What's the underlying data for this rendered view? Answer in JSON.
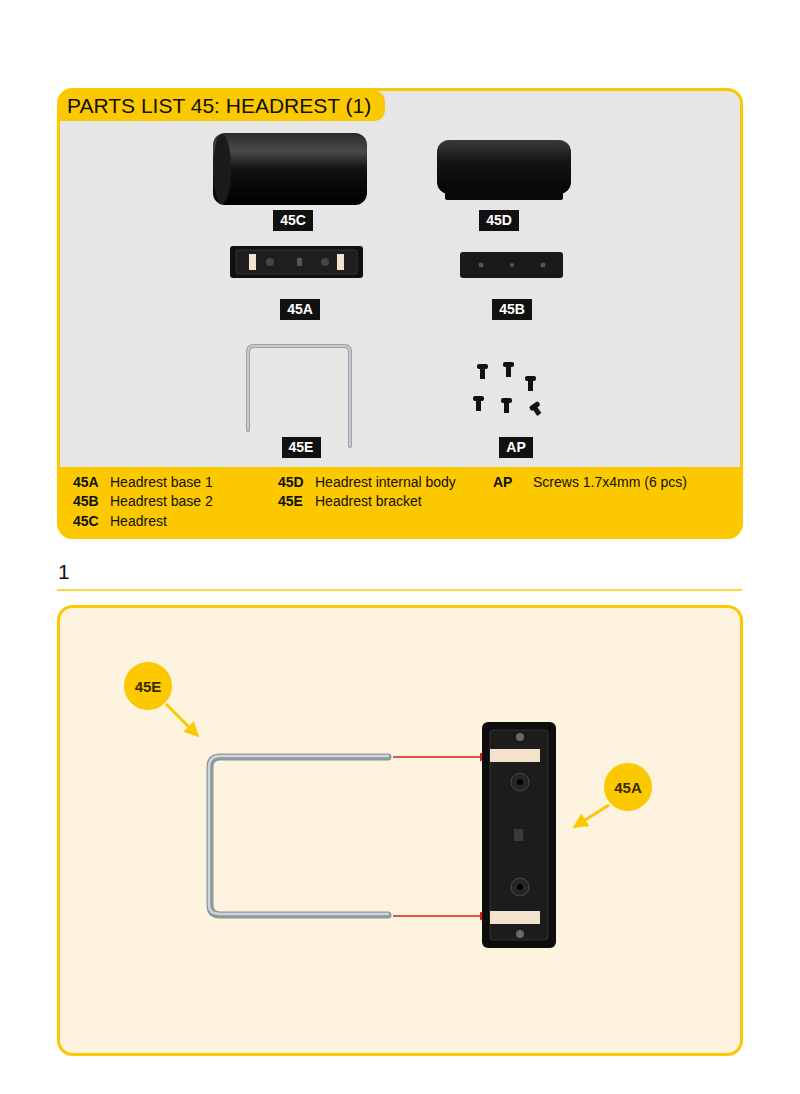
{
  "diagram": {
    "title": "PARTS LIST 45: HEADREST (1)",
    "nodes": [
      {
        "text": [
          "45C"
        ]
      },
      {
        "text": [
          "45D"
        ]
      },
      {
        "text": [
          "45A"
        ]
      },
      {
        "text": [
          "45B"
        ]
      },
      {
        "text": [
          "45E"
        ]
      },
      {
        "text": [
          "AP"
        ]
      },
      {
        "text": [
          "45E"
        ]
      },
      {
        "text": [
          "45A"
        ]
      }
    ],
    "labels": [
      "45A",
      "Headrest base 1",
      "45B",
      "Headrest base 2",
      "45C",
      "Headrest",
      "45D",
      "Headrest internal body",
      "45E",
      "Headrest bracket",
      "AP",
      "Screws 1.7x4mm (6 pcs)",
      "1"
    ]
  }
}
